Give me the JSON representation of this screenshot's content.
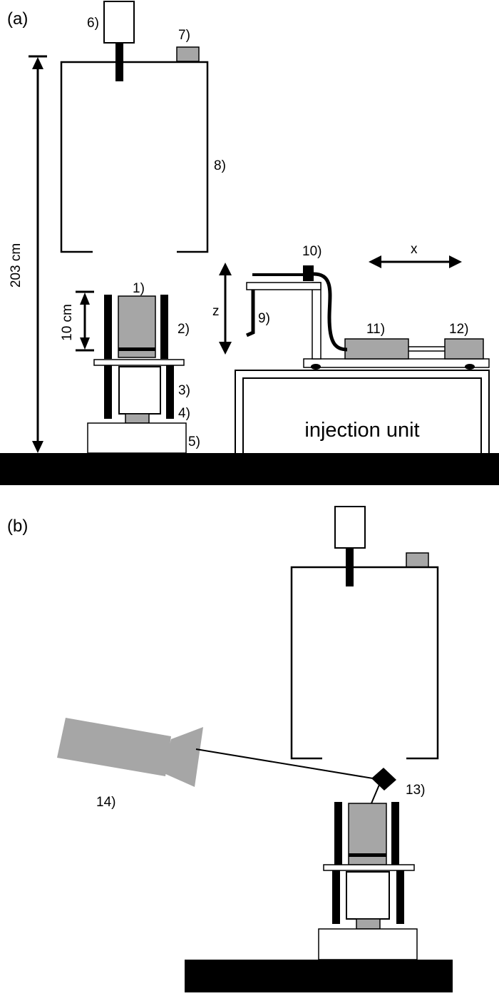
{
  "panel_a": {
    "panel_label": "(a)",
    "height_dim": "203 cm",
    "cylinder_dim": "10 cm",
    "z_axis": "z",
    "x_axis": "x",
    "injection_unit": "injection unit",
    "labels": {
      "l1": "1)",
      "l2": "2)",
      "l3": "3)",
      "l4": "4)",
      "l5": "5)",
      "l6": "6)",
      "l7": "7)",
      "l8": "8)",
      "l9": "9)",
      "l10": "10)",
      "l11": "11)",
      "l12": "12)"
    }
  },
  "panel_b": {
    "panel_label": "(b)",
    "labels": {
      "l13": "13)",
      "l14": "14)"
    }
  },
  "colors": {
    "gray_fill": "#a6a6a6",
    "black": "#000000",
    "white": "#ffffff"
  }
}
